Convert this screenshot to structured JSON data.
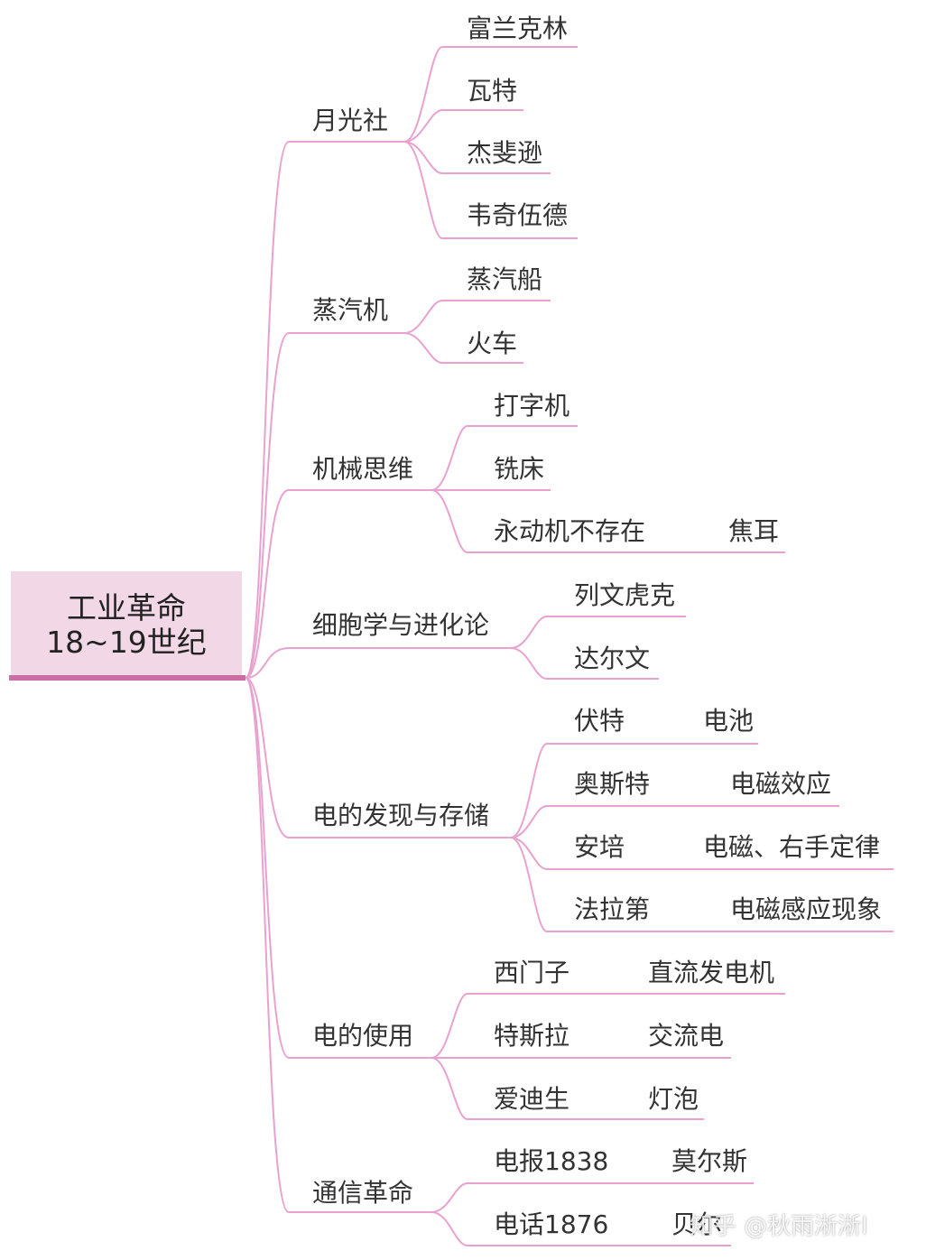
{
  "root": {
    "line1": "工业革命",
    "line2": "18~19世纪"
  },
  "line_color": "#e9a2cf",
  "root_color": "#c96fa6",
  "branches": [
    {
      "label": "月光社",
      "children": [
        {
          "label": "富兰克林"
        },
        {
          "label": "瓦特"
        },
        {
          "label": "杰斐逊"
        },
        {
          "label": "韦奇伍德"
        }
      ]
    },
    {
      "label": "蒸汽机",
      "children": [
        {
          "label": "蒸汽船"
        },
        {
          "label": "火车"
        }
      ]
    },
    {
      "label": "机械思维",
      "children": [
        {
          "label": "打字机"
        },
        {
          "label": "铣床"
        },
        {
          "label": "永动机不存在",
          "note": "焦耳"
        }
      ]
    },
    {
      "label": "细胞学与进化论",
      "children": [
        {
          "label": "列文虎克"
        },
        {
          "label": "达尔文"
        }
      ]
    },
    {
      "label": "电的发现与存储",
      "children": [
        {
          "label": "伏特",
          "note": "电池"
        },
        {
          "label": "奥斯特",
          "note": "电磁效应"
        },
        {
          "label": "安培",
          "note": "电磁、右手定律"
        },
        {
          "label": "法拉第",
          "note": "电磁感应现象"
        }
      ]
    },
    {
      "label": "电的使用",
      "children": [
        {
          "label": "西门子",
          "note": "直流发电机"
        },
        {
          "label": "特斯拉",
          "note": "交流电"
        },
        {
          "label": "爱迪生",
          "note": "灯泡"
        }
      ]
    },
    {
      "label": "通信革命",
      "children": [
        {
          "label": "电报1838",
          "note": "莫尔斯"
        },
        {
          "label": "电话1876",
          "note": "贝尔"
        }
      ]
    }
  ],
  "watermark": "知乎 @秋雨淅淅l"
}
